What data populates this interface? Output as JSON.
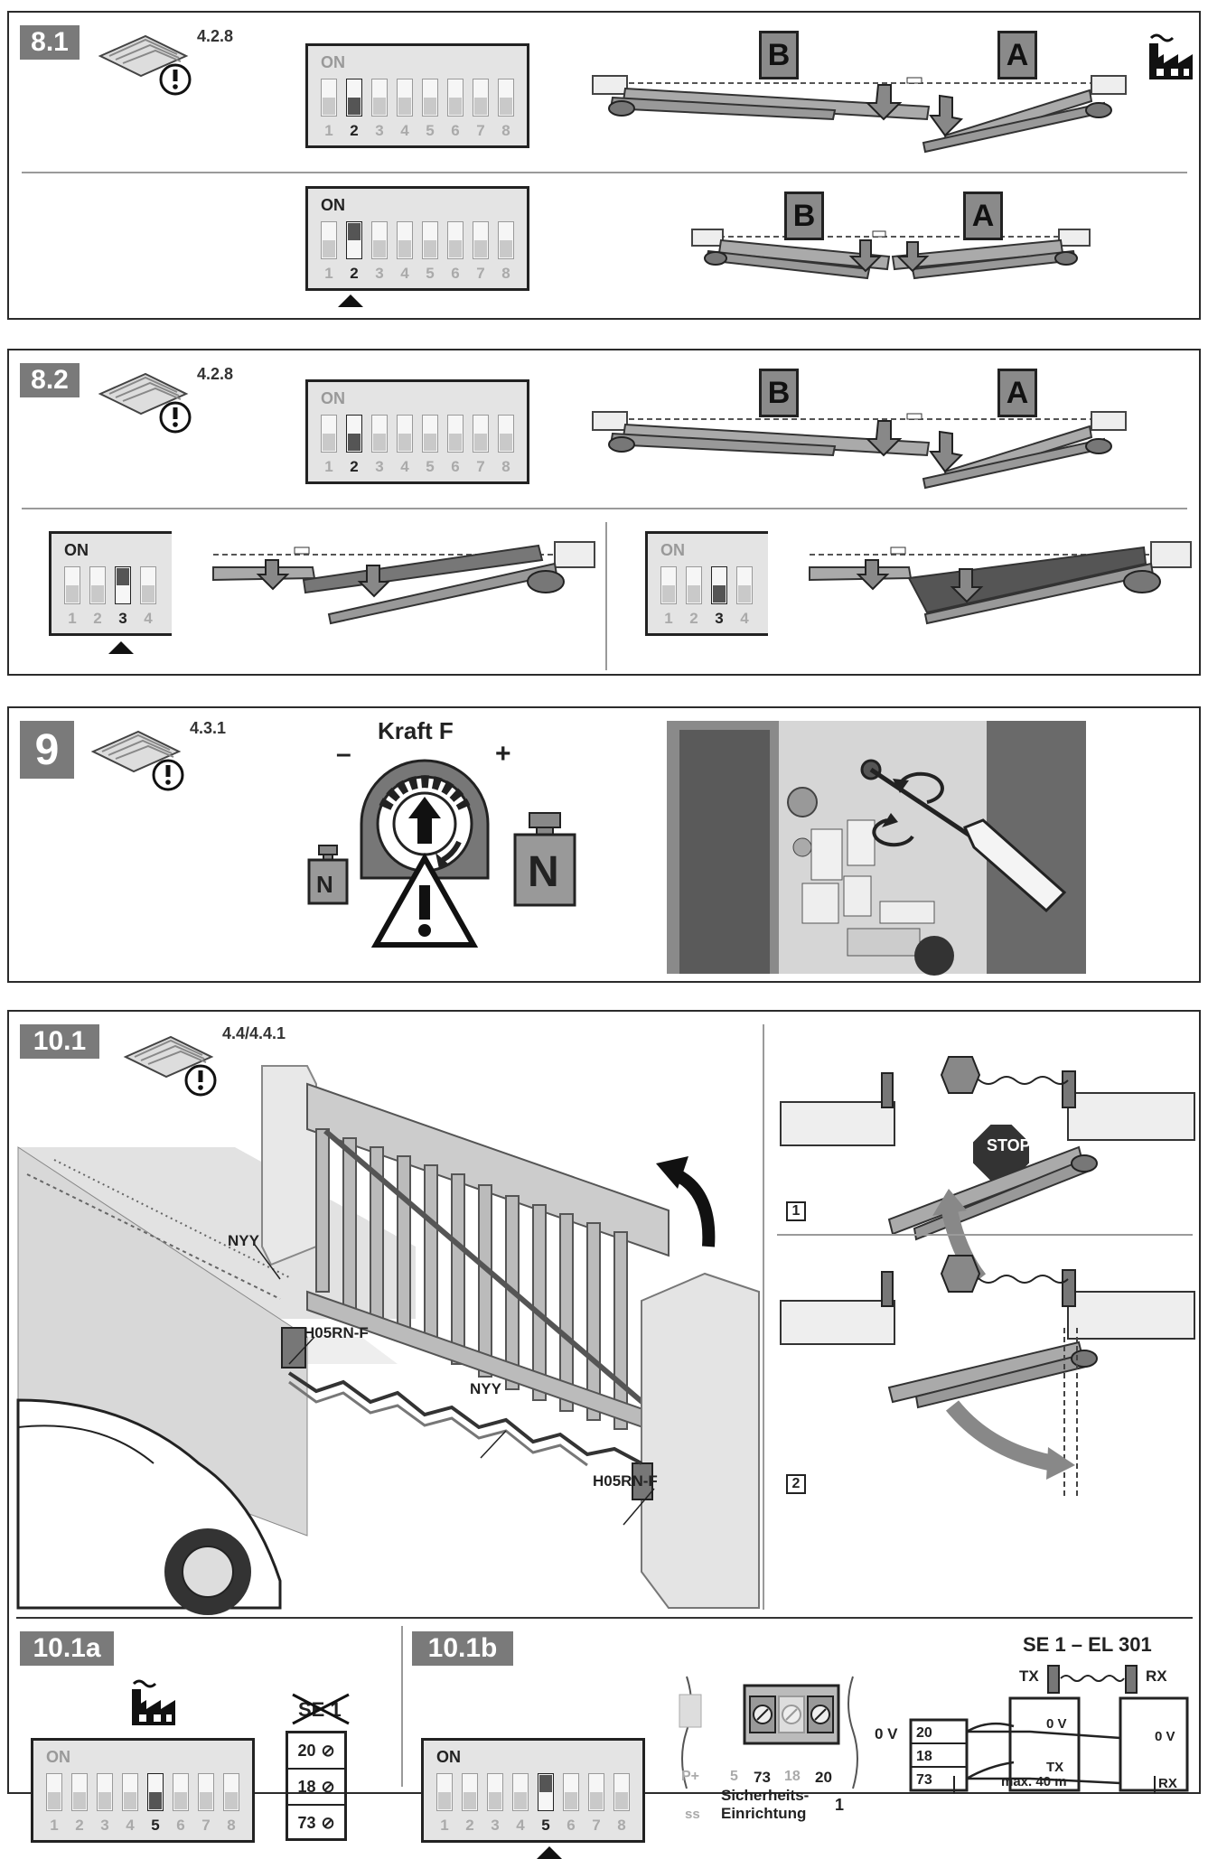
{
  "sections": {
    "s81": {
      "label": "8.1",
      "ref": "4.2.8"
    },
    "s82": {
      "label": "8.2",
      "ref": "4.2.8"
    },
    "s9": {
      "label": "9",
      "ref": "4.3.1",
      "force_title": "Kraft F",
      "minus": "–",
      "plus": "+",
      "weight_symbol": "N"
    },
    "s101": {
      "label": "10.1",
      "ref": "4.4/4.4.1",
      "cable_labels": [
        "NYY",
        "H05RN-F",
        "NYY",
        "H05RN-F"
      ],
      "stop_text": "STOP",
      "step_labels": [
        "1",
        "2"
      ]
    },
    "s101a": {
      "label": "10.1a",
      "crossed_label": "SE 1",
      "terminals": [
        "20",
        "18",
        "73"
      ]
    },
    "s101b": {
      "label": "10.1b",
      "device_title": "SE 1 – EL 301",
      "tx": "TX",
      "rx": "RX",
      "strip_numbers": [
        "5",
        "73",
        "18",
        "20"
      ],
      "strip_extra": [
        "P+",
        "ss"
      ],
      "safety_text_1": "Sicherheits-",
      "safety_text_2": "Einrichtung",
      "safety_number": "1",
      "voltage": "0 V",
      "terminals": [
        "20",
        "18",
        "73"
      ],
      "tx_pins": [
        "0 V",
        "TX"
      ],
      "rx_pins": [
        "0 V",
        "RX"
      ],
      "distance": "max. 40 m"
    }
  },
  "dip": {
    "on_label": "ON",
    "numbers_8": [
      "1",
      "2",
      "3",
      "4",
      "5",
      "6",
      "7",
      "8"
    ],
    "numbers_4": [
      "1",
      "2",
      "3",
      "4"
    ]
  },
  "gate_labels": {
    "a": "A",
    "b": "B"
  }
}
